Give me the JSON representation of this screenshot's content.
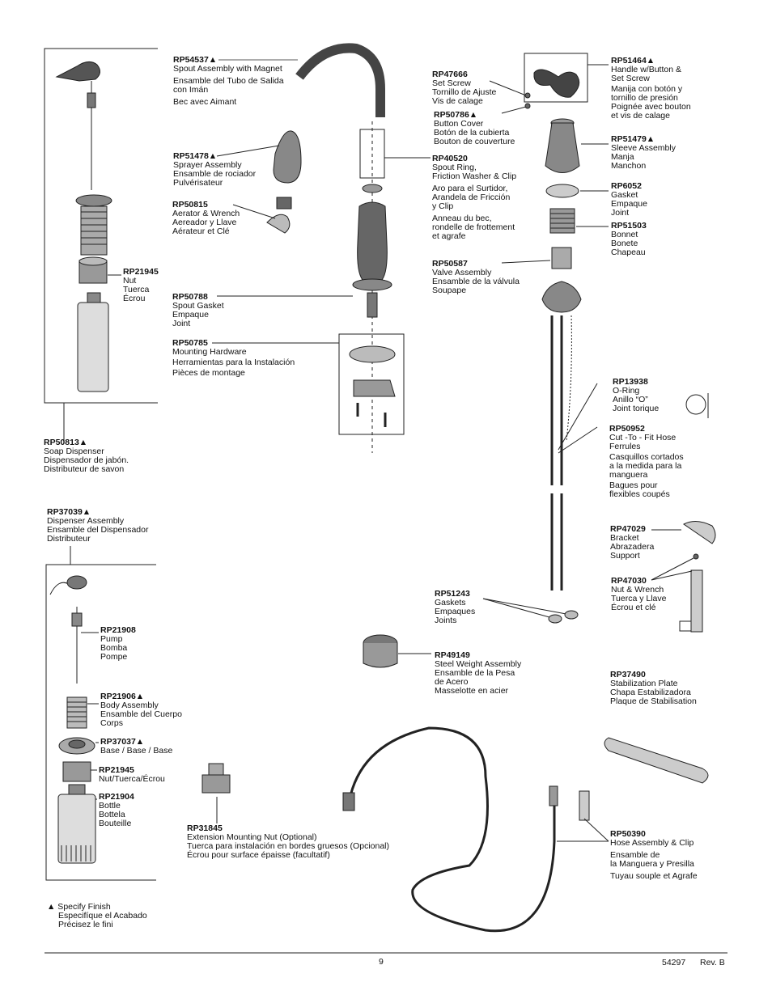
{
  "parts": {
    "rp54537": {
      "id": "RP54537▲",
      "lines": [
        "Spout Assembly with Magnet"
      ],
      "lines2": [
        "Ensamble del Tubo de Salida",
        "con Imán"
      ],
      "lines3": [
        "Bec avec Aimant"
      ]
    },
    "rp51478": {
      "id": "RP51478▲",
      "lines": [
        "Sprayer Assembly",
        "Ensamble de rociador",
        "Pulvérisateur"
      ]
    },
    "rp50815": {
      "id": "RP50815",
      "lines": [
        "Aerator & Wrench",
        "Aereador y Llave",
        "Aérateur et Clé"
      ]
    },
    "rp21945a": {
      "id": "RP21945",
      "lines": [
        "Nut",
        "Tuerca",
        "Écrou"
      ]
    },
    "rp50788": {
      "id": "RP50788",
      "lines": [
        "Spout Gasket",
        "Empaque",
        "Joint"
      ]
    },
    "rp50785": {
      "id": "RP50785",
      "lines": [
        "Mounting Hardware"
      ],
      "lines2": [
        "Herramientas para la Instalación"
      ],
      "lines3": [
        "Pièces de montage"
      ]
    },
    "rp50813": {
      "id": "RP50813▲",
      "lines": [
        "Soap Dispenser",
        "Dispensador de jabón.",
        "Distributeur de savon"
      ]
    },
    "rp37039": {
      "id": "RP37039▲",
      "lines": [
        "Dispenser Assembly",
        "Ensamble del Dispensador",
        "Distributeur"
      ]
    },
    "rp21908": {
      "id": "RP21908",
      "lines": [
        "Pump",
        "Bomba",
        "Pompe"
      ]
    },
    "rp21906": {
      "id": "RP21906▲",
      "lines": [
        "Body Assembly",
        "Ensamble del Cuerpo",
        "Corps"
      ]
    },
    "rp37037": {
      "id": "RP37037▲",
      "lines": [
        "Base / Base / Base"
      ]
    },
    "rp21945b": {
      "id": "RP21945",
      "lines": [
        "Nut/Tuerca/Écrou"
      ]
    },
    "rp21904": {
      "id": "RP21904",
      "lines": [
        "Bottle",
        "Bottela",
        "Bouteille"
      ]
    },
    "rp31845": {
      "id": "RP31845",
      "lines": [
        "Extension Mounting Nut (Optional)",
        "Tuerca para instalación en bordes gruesos (Opcional)",
        "Écrou pour surface épaisse (facultatif)"
      ]
    },
    "rp47666": {
      "id": "RP47666",
      "lines": [
        "Set Screw",
        "Tornillo de Ajuste",
        "Vis de calage"
      ]
    },
    "rp50786": {
      "id": "RP50786▲",
      "lines": [
        "Button Cover",
        "Botón de la cubierta",
        "Bouton de couverture"
      ]
    },
    "rp40520": {
      "id": "RP40520",
      "lines": [
        "Spout Ring,",
        "Friction Washer & Clip"
      ],
      "lines2": [
        "Aro para el Surtidor,",
        "Arandela de Fricción",
        "y Clip"
      ],
      "lines3": [
        "Anneau du bec,",
        "rondelle de frottement",
        "et agrafe"
      ]
    },
    "rp50587": {
      "id": "RP50587",
      "lines": [
        "Valve Assembly",
        "Ensamble de la válvula",
        "Soupape"
      ]
    },
    "rp51243": {
      "id": "RP51243",
      "lines": [
        "Gaskets",
        "Empaques",
        "Joints"
      ]
    },
    "rp49149": {
      "id": "RP49149",
      "lines": [
        "Steel Weight Assembly",
        "Ensamble de la Pesa",
        "de Acero",
        "Masselotte en acier"
      ]
    },
    "rp51464": {
      "id": "RP51464▲",
      "lines": [
        "Handle w/Button &",
        "Set Screw"
      ],
      "lines2": [
        "Manija con botón y",
        "tornillo de presión"
      ],
      "lines3": [
        "Poignée avec bouton",
        "et vis de calage"
      ]
    },
    "rp51479": {
      "id": "RP51479▲",
      "lines": [
        "Sleeve Assembly",
        "Manja",
        "Manchon"
      ]
    },
    "rp6052": {
      "id": "RP6052",
      "lines": [
        "Gasket",
        "Empaque",
        "Joint"
      ]
    },
    "rp51503": {
      "id": "RP51503",
      "lines": [
        "Bonnet",
        "Bonete",
        "Chapeau"
      ]
    },
    "rp13938": {
      "id": "RP13938",
      "lines": [
        "O-Ring",
        "Anillo “O”",
        "Joint torique"
      ]
    },
    "rp50952": {
      "id": "RP50952",
      "lines": [
        "Cut -To - Fit Hose",
        "Ferrules"
      ],
      "lines2": [
        "Casquillos cortados",
        "a la medida para la",
        "manguera"
      ],
      "lines3": [
        "Bagues pour",
        "flexibles coupés"
      ]
    },
    "rp47029": {
      "id": "RP47029",
      "lines": [
        "Bracket",
        "Abrazadera",
        "Support"
      ]
    },
    "rp47030": {
      "id": "RP47030",
      "lines": [
        "Nut & Wrench",
        "Tuerca y Llave",
        "Écrou et clé"
      ]
    },
    "rp37490": {
      "id": "RP37490",
      "lines": [
        "Stabilization Plate",
        "Chapa Estabilizadora",
        "Plaque de Stabilisation"
      ]
    },
    "rp50390": {
      "id": "RP50390",
      "lines": [
        "Hose Assembly & Clip"
      ],
      "lines2": [
        "Ensamble de",
        "la Manguera y Presilla"
      ],
      "lines3": [
        "Tuyau souple et Agrafe"
      ]
    }
  },
  "note": {
    "lines": [
      "▲ Specify Finish",
      "Especifíque el Acabado",
      "Précisez le fini"
    ]
  },
  "footer": {
    "page": "9",
    "doc": "54297",
    "rev": "Rev. B"
  }
}
